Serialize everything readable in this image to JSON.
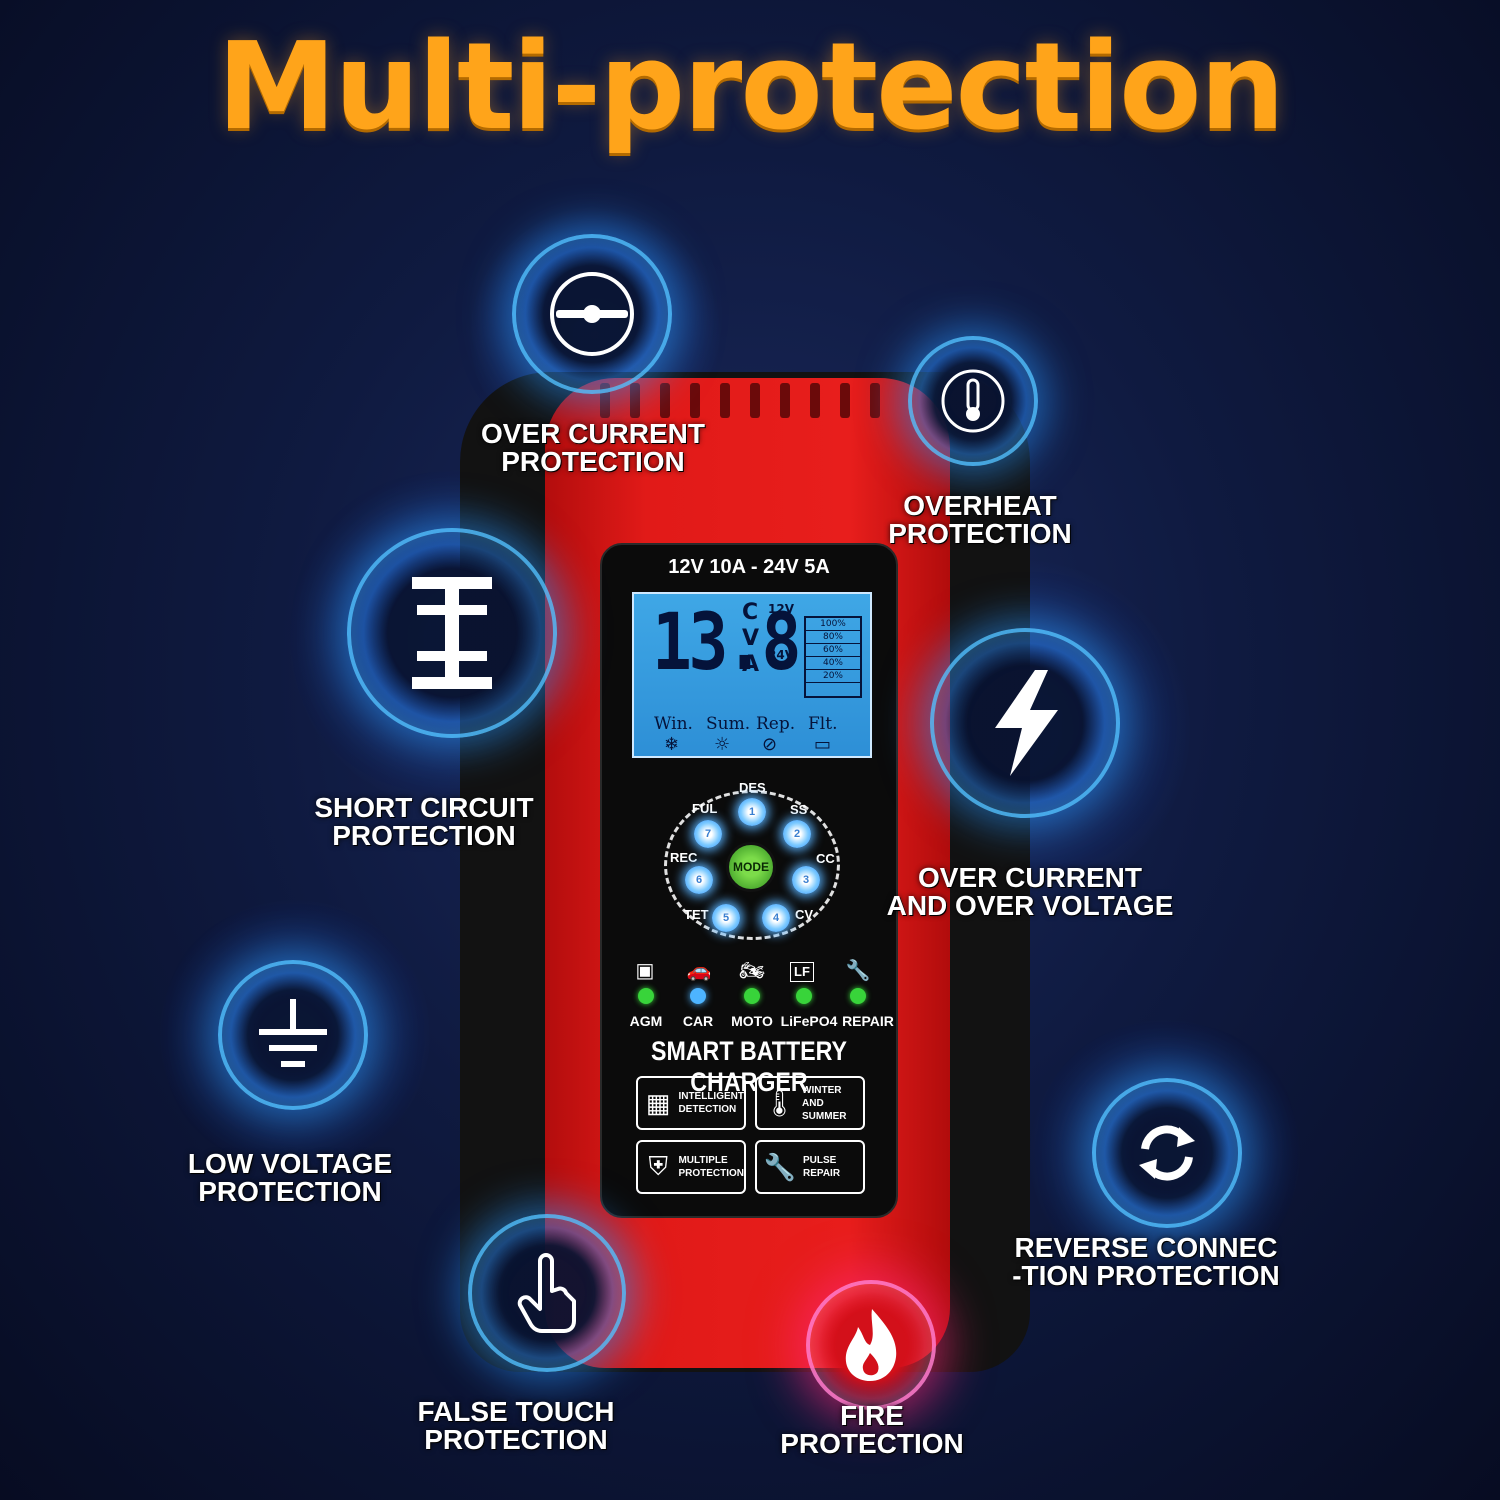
{
  "title": "Multi-protection",
  "charger": {
    "spec": "12V 10A - 24V 5A",
    "lcd": {
      "reading": "13.8",
      "units": [
        "C",
        "V",
        "A"
      ],
      "voltage_options": [
        "12V",
        "24V"
      ],
      "battery_levels": [
        "100%",
        "80%",
        "60%",
        "40%",
        "20%"
      ],
      "modes": [
        "Win.",
        "Sum.",
        "Rep.",
        "Flt."
      ],
      "mode_symbols": [
        "❄",
        "☼",
        "⊘",
        "▭"
      ]
    },
    "dial": {
      "center_button": "MODE",
      "steps": [
        {
          "label": "DES",
          "number": "1"
        },
        {
          "label": "SS",
          "number": "2"
        },
        {
          "label": "CC",
          "number": "3"
        },
        {
          "label": "CV",
          "number": "4"
        },
        {
          "label": "TET",
          "number": "5"
        },
        {
          "label": "REC",
          "number": "6"
        },
        {
          "label": "FUL",
          "number": "7"
        }
      ]
    },
    "battery_types": [
      {
        "label": "AGM",
        "icon": "battery-icon",
        "glyph": "▣"
      },
      {
        "label": "CAR",
        "icon": "car-icon",
        "glyph": "🚗"
      },
      {
        "label": "MOTO",
        "icon": "motorcycle-icon",
        "glyph": "🏍"
      },
      {
        "label": "LiFePO4",
        "icon": "lithium-battery-icon",
        "glyph": "LF"
      },
      {
        "label": "REPAIR",
        "icon": "wrench-icon",
        "glyph": "🔧"
      }
    ],
    "product_name": "SMART BATTERY CHARGER",
    "features": [
      {
        "line1": "INTELLIGENT",
        "line2": "DETECTION",
        "icon": "chip-icon",
        "glyph": "▦"
      },
      {
        "line1": "WINTER AND",
        "line2": "SUMMER",
        "icon": "thermometer-icon",
        "glyph": "🌡"
      },
      {
        "line1": "MULTIPLE",
        "line2": "PROTECTION",
        "icon": "shield-check-icon",
        "glyph": "⛨"
      },
      {
        "line1": "PULSE",
        "line2": "REPAIR",
        "icon": "wrench-icon",
        "glyph": "🔧"
      }
    ]
  },
  "protections": [
    {
      "line1": "OVER CURRENT",
      "line2": "PROTECTION",
      "icon": "gauge-icon"
    },
    {
      "line1": "OVERHEAT",
      "line2": "PROTECTION",
      "icon": "thermometer-icon"
    },
    {
      "line1": "SHORT CIRCUIT",
      "line2": "PROTECTION",
      "icon": "short-circuit-icon"
    },
    {
      "line1": "OVER CURRENT",
      "line2": "AND OVER VOLTAGE",
      "icon": "lightning-icon"
    },
    {
      "line1": "LOW VOLTAGE",
      "line2": "PROTECTION",
      "icon": "ground-icon"
    },
    {
      "line1": "REVERSE CONNEC",
      "line2": "-TION PROTECTION",
      "icon": "reverse-arrows-icon"
    },
    {
      "line1": "FALSE TOUCH",
      "line2": "PROTECTION",
      "icon": "touch-hand-icon"
    },
    {
      "line1": "FIRE",
      "line2": "PROTECTION",
      "icon": "flame-icon"
    }
  ],
  "colors": {
    "title": "#ffa41a",
    "charger_red": "#e81e1c",
    "lcd_blue": "#3fa7e6",
    "glow_blue": "#3c9bff",
    "fire_red": "#d3101a"
  }
}
